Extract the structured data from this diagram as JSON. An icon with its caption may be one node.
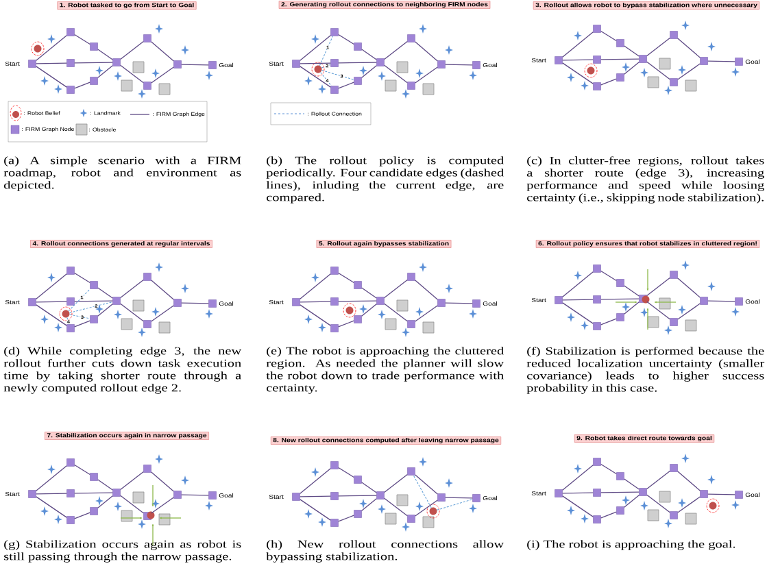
{
  "diagram": {
    "nodes": [
      {
        "text": [
          "1. Robot tasked to go from Start to Goal"
        ]
      },
      {
        "text": [],
        "shape": "box",
        "beside": [
          "Start"
        ]
      },
      {
        "text": [],
        "shape": "box"
      },
      {
        "text": [],
        "shape": "box"
      },
      {
        "text": [],
        "shape": "box"
      },
      {
        "text": [],
        "shape": "box"
      },
      {
        "text": [],
        "shape": "box"
      },
      {
        "text": [],
        "shape": "box"
      },
      {
        "text": [],
        "shape": "box"
      },
      {
        "text": [],
        "shape": "box"
      },
      {
        "text": [],
        "shape": "box"
      },
      {
        "text": [],
        "shape": "box",
        "beside": [
          "Goal"
        ]
      },
      {
        "text": [],
        "shape": "circle"
      },
      {
        "text": [
          "2. Generating rollout connections to neighboring FIRM nodes"
        ]
      },
      {
        "text": [],
        "shape": "box",
        "beside": [
          "Start"
        ]
      },
      {
        "text": [],
        "shape": "box"
      },
      {
        "text": [],
        "shape": "box"
      },
      {
        "text": [],
        "shape": "box"
      },
      {
        "text": [],
        "shape": "box"
      },
      {
        "text": [],
        "shape": "box"
      },
      {
        "text": [],
        "shape": "box"
      },
      {
        "text": [],
        "shape": "box"
      },
      {
        "text": [],
        "shape": "box"
      },
      {
        "text": [],
        "shape": "box"
      },
      {
        "text": [],
        "shape": "box",
        "beside": [
          "Goal"
        ]
      },
      {
        "text": [],
        "shape": "circle"
      },
      {
        "text": [
          "3. Rollout allows robot to bypass stabilization where unnecessary"
        ]
      },
      {
        "text": [],
        "shape": "box",
        "beside": [
          "Start"
        ]
      },
      {
        "text": [],
        "shape": "box"
      },
      {
        "text": [],
        "shape": "box"
      },
      {
        "text": [],
        "shape": "box"
      },
      {
        "text": [],
        "shape": "box"
      },
      {
        "text": [],
        "shape": "box"
      },
      {
        "text": [],
        "shape": "box"
      },
      {
        "text": [],
        "shape": "box"
      },
      {
        "text": [],
        "shape": "box"
      },
      {
        "text": [],
        "shape": "box"
      },
      {
        "text": [],
        "shape": "box",
        "beside": [
          "Goal"
        ]
      },
      {
        "text": [],
        "shape": "circle"
      },
      {
        "text": [
          "4. Rollout connections generated at regular intervals"
        ]
      },
      {
        "text": [],
        "shape": "box",
        "beside": [
          "Start"
        ]
      },
      {
        "text": [],
        "shape": "box"
      },
      {
        "text": [],
        "shape": "box"
      },
      {
        "text": [],
        "shape": "box"
      },
      {
        "text": [],
        "shape": "box"
      },
      {
        "text": [],
        "shape": "box"
      },
      {
        "text": [],
        "shape": "box"
      },
      {
        "text": [],
        "shape": "box"
      },
      {
        "text": [],
        "shape": "box"
      },
      {
        "text": [],
        "shape": "box"
      },
      {
        "text": [],
        "shape": "box",
        "beside": [
          "Goal"
        ]
      },
      {
        "text": [],
        "shape": "circle"
      },
      {
        "text": [
          "5. Rollout again bypasses stabilization"
        ]
      },
      {
        "text": [],
        "shape": "box",
        "beside": [
          "Start"
        ]
      },
      {
        "text": [],
        "shape": "box"
      },
      {
        "text": [],
        "shape": "box"
      },
      {
        "text": [],
        "shape": "box"
      },
      {
        "text": [],
        "shape": "box"
      },
      {
        "text": [],
        "shape": "box"
      },
      {
        "text": [],
        "shape": "box"
      },
      {
        "text": [],
        "shape": "box"
      },
      {
        "text": [],
        "shape": "box"
      },
      {
        "text": [],
        "shape": "box"
      },
      {
        "text": [],
        "shape": "box",
        "beside": [
          "Goal"
        ]
      },
      {
        "text": [],
        "shape": "circle"
      },
      {
        "text": [
          "6. Rollout policy ensures that robot stabilizes in cluttered region!"
        ]
      },
      {
        "text": [],
        "shape": "box",
        "beside": [
          "Start"
        ]
      },
      {
        "text": [],
        "shape": "box"
      },
      {
        "text": [],
        "shape": "box"
      },
      {
        "text": [],
        "shape": "box"
      },
      {
        "text": [],
        "shape": "box"
      },
      {
        "text": [],
        "shape": "box"
      },
      {
        "text": [],
        "shape": "box"
      },
      {
        "text": [],
        "shape": "box"
      },
      {
        "text": [],
        "shape": "box"
      },
      {
        "text": [],
        "shape": "box"
      },
      {
        "text": [],
        "shape": "box",
        "beside": [
          "Goal"
        ]
      },
      {
        "text": [],
        "shape": "circle"
      },
      {
        "text": [
          "7. Stabilization occurs again in narrow passage"
        ]
      },
      {
        "text": [],
        "shape": "box",
        "beside": [
          "Start"
        ]
      },
      {
        "text": [],
        "shape": "box"
      },
      {
        "text": [],
        "shape": "box"
      },
      {
        "text": [],
        "shape": "box"
      },
      {
        "text": [],
        "shape": "box"
      },
      {
        "text": [],
        "shape": "box"
      },
      {
        "text": [],
        "shape": "box"
      },
      {
        "text": [],
        "shape": "box"
      },
      {
        "text": [],
        "shape": "box"
      },
      {
        "text": [],
        "shape": "box"
      },
      {
        "text": [],
        "shape": "box",
        "beside": [
          "Goal"
        ]
      },
      {
        "text": [],
        "shape": "circle"
      },
      {
        "text": [
          "8. New rollout connections computed after leaving narrow passage"
        ]
      },
      {
        "text": [],
        "shape": "box",
        "beside": [
          "Start"
        ]
      },
      {
        "text": [],
        "shape": "box"
      },
      {
        "text": [],
        "shape": "box"
      },
      {
        "text": [],
        "shape": "box"
      },
      {
        "text": [],
        "shape": "box"
      },
      {
        "text": [],
        "shape": "box"
      },
      {
        "text": [],
        "shape": "box"
      },
      {
        "text": [],
        "shape": "box"
      },
      {
        "text": [],
        "shape": "box"
      },
      {
        "text": [],
        "shape": "box"
      },
      {
        "text": [],
        "shape": "box",
        "beside": [
          "Goal"
        ]
      },
      {
        "text": [],
        "shape": "circle"
      },
      {
        "text": [
          "9. Robot takes direct route towards goal"
        ]
      },
      {
        "text": [],
        "shape": "box",
        "beside": [
          "Start"
        ]
      },
      {
        "text": [],
        "shape": "box"
      },
      {
        "text": [],
        "shape": "box"
      },
      {
        "text": [],
        "shape": "box"
      },
      {
        "text": [],
        "shape": "box"
      },
      {
        "text": [],
        "shape": "box"
      },
      {
        "text": [],
        "shape": "box"
      },
      {
        "text": [],
        "shape": "box"
      },
      {
        "text": [],
        "shape": "box"
      },
      {
        "text": [],
        "shape": "box"
      },
      {
        "text": [],
        "shape": "box",
        "beside": [
          "Goal"
        ]
      },
      {
        "text": [],
        "shape": "circle"
      }
    ],
    "edges": [
      {
        "from": 1,
        "to": 2,
        "arrow": "none"
      },
      {
        "from": 2,
        "to": 3,
        "arrow": "none"
      },
      {
        "from": 3,
        "to": 7,
        "arrow": "none"
      },
      {
        "from": 1,
        "to": 4,
        "arrow": "none"
      },
      {
        "from": 4,
        "to": 7,
        "arrow": "none"
      },
      {
        "from": 1,
        "to": 6,
        "arrow": "none"
      },
      {
        "from": 6,
        "to": 5,
        "arrow": "none"
      },
      {
        "from": 5,
        "to": 7,
        "arrow": "none"
      },
      {
        "from": 7,
        "to": 8,
        "arrow": "none"
      },
      {
        "from": 8,
        "to": 9,
        "arrow": "none"
      },
      {
        "from": 7,
        "to": 10,
        "arrow": "none"
      },
      {
        "from": 10,
        "to": 9,
        "arrow": "none"
      },
      {
        "from": 9,
        "to": 11,
        "arrow": "none"
      },
      {
        "from": 14,
        "to": 15,
        "arrow": "none"
      },
      {
        "from": 15,
        "to": 16,
        "arrow": "none"
      },
      {
        "from": 16,
        "to": 20,
        "arrow": "none"
      },
      {
        "from": 14,
        "to": 17,
        "arrow": "none"
      },
      {
        "from": 17,
        "to": 20,
        "arrow": "none"
      },
      {
        "from": 14,
        "to": 19,
        "arrow": "none"
      },
      {
        "from": 19,
        "to": 18,
        "arrow": "none"
      },
      {
        "from": 18,
        "to": 20,
        "arrow": "none"
      },
      {
        "from": 20,
        "to": 21,
        "arrow": "none"
      },
      {
        "from": 21,
        "to": 22,
        "arrow": "none"
      },
      {
        "from": 20,
        "to": 23,
        "arrow": "none"
      },
      {
        "from": 23,
        "to": 22,
        "arrow": "none"
      },
      {
        "from": 22,
        "to": 24,
        "arrow": "none"
      },
      {
        "from": 25,
        "to": 15,
        "arrow": "none",
        "label": "1",
        "style": "dashed",
        "color": "#5b9bd5"
      },
      {
        "from": 25,
        "to": 17,
        "arrow": "none",
        "label": "2",
        "style": "dashed",
        "color": "#5b9bd5"
      },
      {
        "from": 25,
        "to": 18,
        "arrow": "none",
        "label": "3",
        "style": "dashed",
        "color": "#5b9bd5"
      },
      {
        "from": 25,
        "to": 19,
        "arrow": "none",
        "label": "4",
        "style": "dashed",
        "color": "#5b9bd5"
      },
      {
        "from": 27,
        "to": 28,
        "arrow": "none"
      },
      {
        "from": 28,
        "to": 29,
        "arrow": "none"
      },
      {
        "from": 29,
        "to": 33,
        "arrow": "none"
      },
      {
        "from": 27,
        "to": 30,
        "arrow": "none"
      },
      {
        "from": 30,
        "to": 33,
        "arrow": "none"
      },
      {
        "from": 27,
        "to": 32,
        "arrow": "none"
      },
      {
        "from": 32,
        "to": 31,
        "arrow": "none"
      },
      {
        "from": 31,
        "to": 33,
        "arrow": "none"
      },
      {
        "from": 33,
        "to": 34,
        "arrow": "none"
      },
      {
        "from": 34,
        "to": 35,
        "arrow": "none"
      },
      {
        "from": 33,
        "to": 36,
        "arrow": "none"
      },
      {
        "from": 36,
        "to": 35,
        "arrow": "none"
      },
      {
        "from": 35,
        "to": 37,
        "arrow": "none"
      },
      {
        "from": 40,
        "to": 41,
        "arrow": "none"
      },
      {
        "from": 41,
        "to": 42,
        "arrow": "none"
      },
      {
        "from": 42,
        "to": 46,
        "arrow": "none"
      },
      {
        "from": 40,
        "to": 43,
        "arrow": "none"
      },
      {
        "from": 43,
        "to": 46,
        "arrow": "none"
      },
      {
        "from": 40,
        "to": 45,
        "arrow": "none"
      },
      {
        "from": 45,
        "to": 44,
        "arrow": "none"
      },
      {
        "from": 44,
        "to": 46,
        "arrow": "none"
      },
      {
        "from": 46,
        "to": 47,
        "arrow": "none"
      },
      {
        "from": 47,
        "to": 48,
        "arrow": "none"
      },
      {
        "from": 46,
        "to": 49,
        "arrow": "none"
      },
      {
        "from": 49,
        "to": 48,
        "arrow": "none"
      },
      {
        "from": 48,
        "to": 50,
        "arrow": "none"
      },
      {
        "from": 51,
        "to": 42,
        "arrow": "none",
        "label": "1",
        "style": "dashed",
        "color": "#5b9bd5"
      },
      {
        "from": 51,
        "to": 46,
        "arrow": "none",
        "label": "2",
        "style": "dashed",
        "color": "#5b9bd5"
      },
      {
        "from": 51,
        "to": 44,
        "arrow": "none",
        "label": "3",
        "style": "dashed",
        "color": "#5b9bd5"
      },
      {
        "from": 51,
        "to": 45,
        "arrow": "none",
        "label": "4",
        "style": "dashed",
        "color": "#5b9bd5"
      },
      {
        "from": 53,
        "to": 54,
        "arrow": "none"
      },
      {
        "from": 54,
        "to": 55,
        "arrow": "none"
      },
      {
        "from": 55,
        "to": 59,
        "arrow": "none"
      },
      {
        "from": 53,
        "to": 56,
        "arrow": "none"
      },
      {
        "from": 56,
        "to": 59,
        "arrow": "none"
      },
      {
        "from": 53,
        "to": 58,
        "arrow": "none"
      },
      {
        "from": 58,
        "to": 57,
        "arrow": "none"
      },
      {
        "from": 57,
        "to": 59,
        "arrow": "none"
      },
      {
        "from": 59,
        "to": 60,
        "arrow": "none"
      },
      {
        "from": 60,
        "to": 61,
        "arrow": "none"
      },
      {
        "from": 59,
        "to": 62,
        "arrow": "none"
      },
      {
        "from": 62,
        "to": 61,
        "arrow": "none"
      },
      {
        "from": 61,
        "to": 63,
        "arrow": "none"
      },
      {
        "from": 66,
        "to": 67,
        "arrow": "none"
      },
      {
        "from": 67,
        "to": 68,
        "arrow": "none"
      },
      {
        "from": 68,
        "to": 72,
        "arrow": "none"
      },
      {
        "from": 66,
        "to": 69,
        "arrow": "none"
      },
      {
        "from": 69,
        "to": 72,
        "arrow": "none"
      },
      {
        "from": 66,
        "to": 71,
        "arrow": "none"
      },
      {
        "from": 71,
        "to": 70,
        "arrow": "none"
      },
      {
        "from": 70,
        "to": 72,
        "arrow": "none"
      },
      {
        "from": 72,
        "to": 73,
        "arrow": "none"
      },
      {
        "from": 73,
        "to": 74,
        "arrow": "none"
      },
      {
        "from": 72,
        "to": 75,
        "arrow": "none"
      },
      {
        "from": 75,
        "to": 74,
        "arrow": "none"
      },
      {
        "from": 74,
        "to": 76,
        "arrow": "none"
      },
      {
        "from": 79,
        "to": 80,
        "arrow": "none"
      },
      {
        "from": 80,
        "to": 81,
        "arrow": "none"
      },
      {
        "from": 81,
        "to": 85,
        "arrow": "none"
      },
      {
        "from": 79,
        "to": 82,
        "arrow": "none"
      },
      {
        "from": 82,
        "to": 85,
        "arrow": "none"
      },
      {
        "from": 79,
        "to": 84,
        "arrow": "none"
      },
      {
        "from": 84,
        "to": 83,
        "arrow": "none"
      },
      {
        "from": 83,
        "to": 85,
        "arrow": "none"
      },
      {
        "from": 85,
        "to": 86,
        "arrow": "none"
      },
      {
        "from": 86,
        "to": 87,
        "arrow": "none"
      },
      {
        "from": 85,
        "to": 88,
        "arrow": "none"
      },
      {
        "from": 88,
        "to": 87,
        "arrow": "none"
      },
      {
        "from": 87,
        "to": 89,
        "arrow": "none"
      },
      {
        "from": 92,
        "to": 93,
        "arrow": "none"
      },
      {
        "from": 93,
        "to": 94,
        "arrow": "none"
      },
      {
        "from": 94,
        "to": 98,
        "arrow": "none"
      },
      {
        "from": 92,
        "to": 95,
        "arrow": "none"
      },
      {
        "from": 95,
        "to": 98,
        "arrow": "none"
      },
      {
        "from": 92,
        "to": 97,
        "arrow": "none"
      },
      {
        "from": 97,
        "to": 96,
        "arrow": "none"
      },
      {
        "from": 96,
        "to": 98,
        "arrow": "none"
      },
      {
        "from": 98,
        "to": 99,
        "arrow": "none"
      },
      {
        "from": 99,
        "to": 100,
        "arrow": "none"
      },
      {
        "from": 98,
        "to": 101,
        "arrow": "none"
      },
      {
        "from": 101,
        "to": 100,
        "arrow": "none"
      },
      {
        "from": 100,
        "to": 102,
        "arrow": "none"
      },
      {
        "from": 103,
        "to": 99,
        "arrow": "none",
        "style": "dashed",
        "color": "#5b9bd5"
      },
      {
        "from": 103,
        "to": 102,
        "arrow": "none",
        "style": "dashed",
        "color": "#5b9bd5"
      },
      {
        "from": 105,
        "to": 106,
        "arrow": "none"
      },
      {
        "from": 106,
        "to": 107,
        "arrow": "none"
      },
      {
        "from": 107,
        "to": 111,
        "arrow": "none"
      },
      {
        "from": 105,
        "to": 108,
        "arrow": "none"
      },
      {
        "from": 108,
        "to": 111,
        "arrow": "none"
      },
      {
        "from": 105,
        "to": 110,
        "arrow": "none"
      },
      {
        "from": 110,
        "to": 109,
        "arrow": "none"
      },
      {
        "from": 109,
        "to": 111,
        "arrow": "none"
      },
      {
        "from": 111,
        "to": 112,
        "arrow": "none"
      },
      {
        "from": 112,
        "to": 113,
        "arrow": "none"
      },
      {
        "from": 111,
        "to": 114,
        "arrow": "none"
      },
      {
        "from": 114,
        "to": 113,
        "arrow": "none"
      },
      {
        "from": 113,
        "to": 115,
        "arrow": "none"
      }
    ],
    "labels": [
      "(a) A simple scenario with a FIRM roadmap, robot and environment as depicted.",
      "(b) The rollout policy is computed periodically. Four candidate edges (dashed lines), inluding the current edge, are compared.",
      "(c) In clutter-free regions, rollout takes a shorter route (edge 3), increasing performance and speed while loosing certainty (i.e., skipping node stabilization).",
      "(d) While completing edge 3, the new rollout further cuts down task execution time by taking shorter route through a newly computed rollout edge 2.",
      "(e) The robot is approaching the cluttered region. As needed the planner will slow the robot down to trade performance with certainty.",
      "(f) Stabilization is performed because the reduced localization uncertainty (smaller covariance) leads to higher success probability in this case.",
      "(g) Stabilization occurs again as robot is still passing through the narrow passage.",
      "(h) New rollout connections allow bypassing stabilization.",
      "(i) The robot is approaching the goal."
    ],
    "legend": [
      {
        "text": ": Robot Belief"
      },
      {
        "text": ": Landmark"
      },
      {
        "text": ": FIRM Graph Edge"
      },
      {
        "text": ": FIRM Graph Node"
      },
      {
        "text": ": Obstacle"
      },
      {
        "text": ": Rollout Connection"
      }
    ]
  }
}
